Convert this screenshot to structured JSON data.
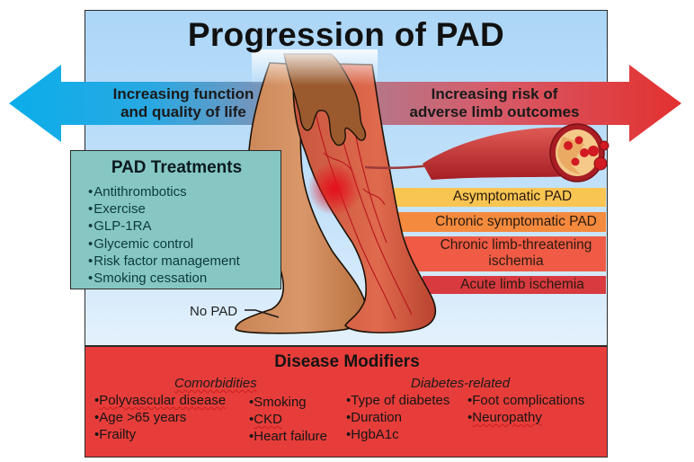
{
  "title": "Progression of PAD",
  "arrows": {
    "left": {
      "label_line1": "Increasing function",
      "label_line2": "and quality of life",
      "color": "#0aaeea"
    },
    "right": {
      "label_line1": "Increasing risk of",
      "label_line2": "adverse limb outcomes",
      "color": "#e3302f"
    }
  },
  "treatments": {
    "title": "PAD Treatments",
    "items": [
      "Antithrombotics",
      "Exercise",
      "GLP-1RA",
      "Glycemic control",
      "Risk factor management",
      "Smoking cessation"
    ],
    "color": "#86c7c3"
  },
  "stages": [
    {
      "label": "Asymptomatic PAD",
      "color": "#f9c552"
    },
    {
      "label": "Chronic symptomatic PAD",
      "color": "#f48a3d"
    },
    {
      "label_line1": "Chronic limb-threatening",
      "label_line2": "ischemia",
      "color": "#ef5b45"
    },
    {
      "label": "Acute limb ischemia",
      "color": "#d83a40"
    }
  ],
  "no_pad_label": "No PAD",
  "modifiers": {
    "title": "Disease Modifiers",
    "color": "#e73d3a",
    "comorbidities": {
      "heading": "Comorbidities",
      "col1": [
        "Polyvascular disease",
        "Age >65 years",
        "Frailty"
      ],
      "col2": [
        "Smoking",
        "CKD",
        "Heart failure"
      ]
    },
    "diabetes": {
      "heading": "Diabetes-related",
      "col1": [
        "Type of diabetes",
        "Duration",
        "HgbA1c"
      ],
      "col2": [
        "Foot complications",
        "Neuropathy"
      ]
    }
  }
}
